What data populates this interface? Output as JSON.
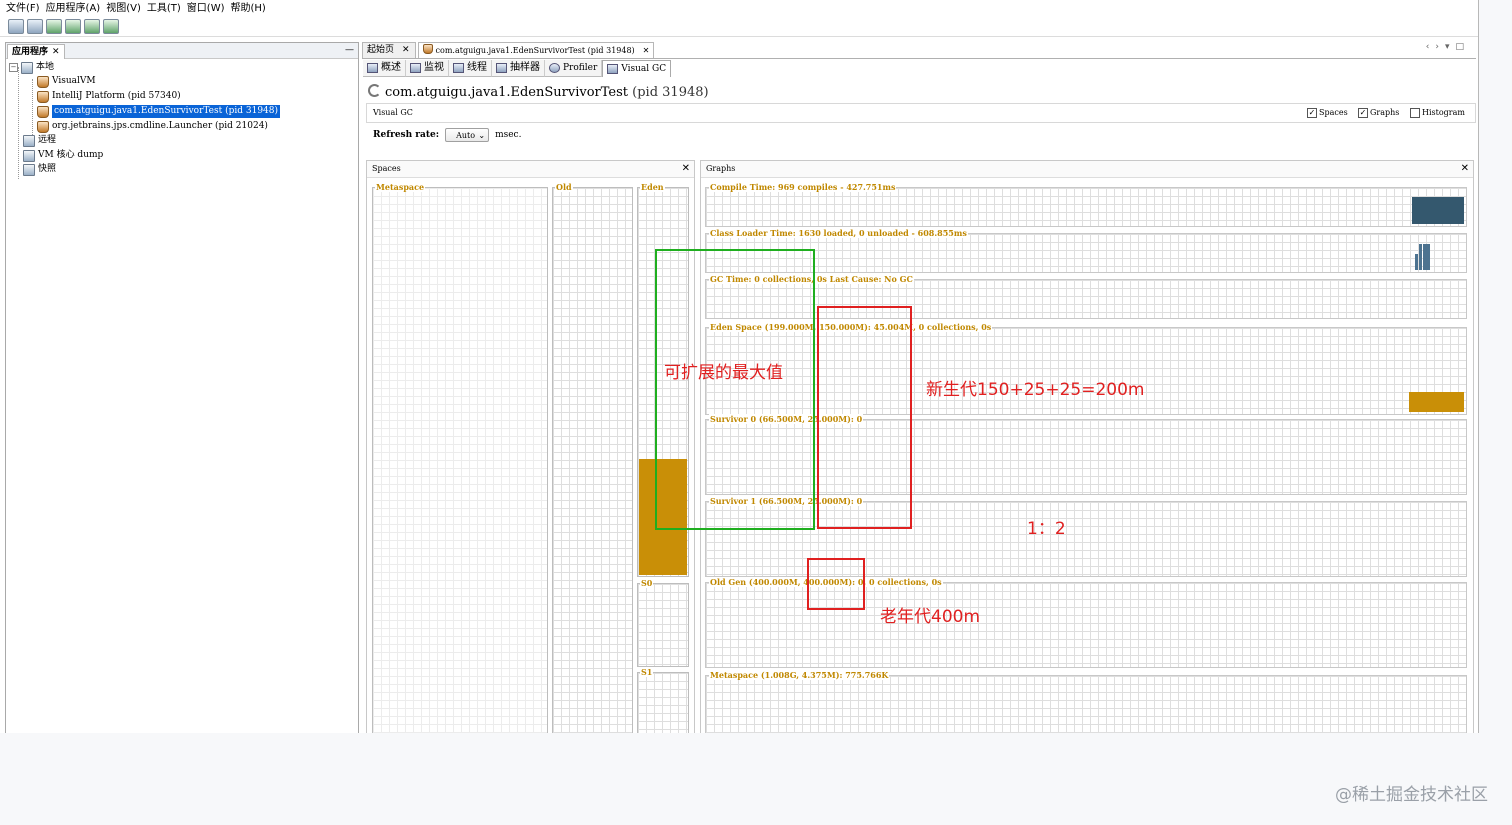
{
  "menubar": [
    "文件(F)",
    "应用程序(A)",
    "视图(V)",
    "工具(T)",
    "窗口(W)",
    "帮助(H)"
  ],
  "left_panel": {
    "tab": "应用程序",
    "tree": {
      "local": "本地",
      "local_items": [
        "VisualVM",
        "IntelliJ Platform (pid 57340)",
        "com.atguigu.java1.EdenSurvivorTest (pid 31948)",
        "org.jetbrains.jps.cmdline.Launcher (pid 21024)"
      ],
      "remote": "远程",
      "core_dump": "VM 核心 dump",
      "snapshot": "快照"
    }
  },
  "doc_tabs": [
    "起始页",
    "com.atguigu.java1.EdenSurvivorTest (pid 31948)"
  ],
  "sub_tabs": [
    "概述",
    "监视",
    "线程",
    "抽样器",
    "Profiler",
    "Visual GC"
  ],
  "main": {
    "title": "com.atguigu.java1.EdenSurvivorTest",
    "pid": "(pid 31948)",
    "vgc_label": "Visual GC",
    "options": [
      "Spaces",
      "Graphs",
      "Histogram"
    ],
    "options_checked": [
      true,
      true,
      false
    ],
    "refresh_label": "Refresh rate:",
    "refresh_value": "Auto",
    "refresh_unit": "msec."
  },
  "spaces": {
    "title": "Spaces",
    "labels": [
      "Metaspace",
      "Old",
      "Eden",
      "S0",
      "S1"
    ],
    "eden_fill_fraction": 0.3
  },
  "graphs": {
    "title": "Graphs",
    "rows": [
      "Compile Time: 969 compiles - 427.751ms",
      "Class Loader Time: 1630 loaded, 0 unloaded - 608.855ms",
      "GC Time: 0 collections, 0s Last Cause: No GC",
      "Eden Space (199.000M, 150.000M): 45.004M, 0 collections, 0s",
      "Survivor 0 (66.500M, 25.000M): 0",
      "Survivor 1 (66.500M, 25.000M): 0",
      "Old Gen (400.000M, 400.000M): 0, 0 collections, 0s",
      "Metaspace (1.008G, 4.375M): 775.766K"
    ]
  },
  "annotations": {
    "max_expand": "可扩展的最大值",
    "young_gen": "新生代150+25+25=200m",
    "ratio": "1：2",
    "old_gen": "老年代400m"
  },
  "colors": {
    "gauge_fill": "#c98f07",
    "compile_graph": "#34586e",
    "annotation_green": "#1fae1f",
    "annotation_red": "#e02020",
    "selection": "#0a64d7"
  },
  "watermark": "@稀土掘金技术社区"
}
